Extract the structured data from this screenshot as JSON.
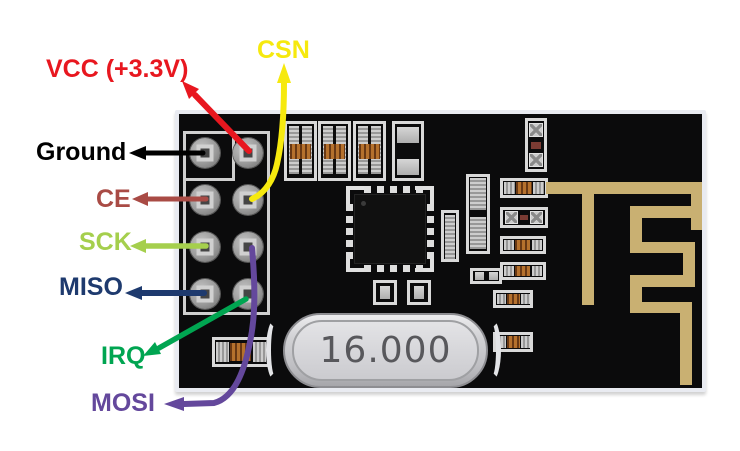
{
  "module": {
    "crystal_label": "16.000",
    "colors": {
      "pcb": "#0b0b0c",
      "board_edge": "#e9ebf1",
      "antenna_trace": "#c9b072",
      "pad_silver": "#cdcdcd",
      "component_body_orange": "#b5712d",
      "crystal_silver": "#cfcfd3"
    }
  },
  "pins": [
    {
      "id": "ground",
      "label": "Ground",
      "color": "#000000",
      "row": 1,
      "col": "left"
    },
    {
      "id": "vcc",
      "label": "VCC (+3.3V)",
      "color": "#e8171f",
      "row": 1,
      "col": "right"
    },
    {
      "id": "ce",
      "label": "CE",
      "color": "#a94b45",
      "row": 2,
      "col": "left"
    },
    {
      "id": "csn",
      "label": "CSN",
      "color": "#f6e90e",
      "row": 2,
      "col": "right"
    },
    {
      "id": "sck",
      "label": "SCK",
      "color": "#a5cf4d",
      "row": 3,
      "col": "left"
    },
    {
      "id": "mosi",
      "label": "MOSI",
      "color": "#64489c",
      "row": 3,
      "col": "right"
    },
    {
      "id": "miso",
      "label": "MISO",
      "color": "#1e3a6e",
      "row": 4,
      "col": "left"
    },
    {
      "id": "irq",
      "label": "IRQ",
      "color": "#00a551",
      "row": 4,
      "col": "right"
    }
  ]
}
